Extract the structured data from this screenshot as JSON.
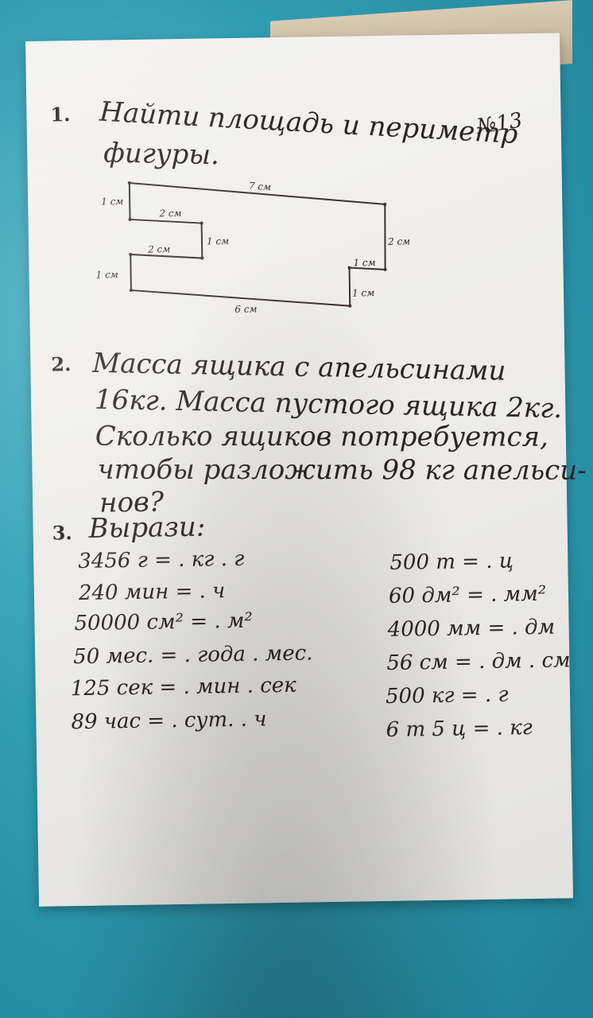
{
  "task_tag": "№13",
  "task1": {
    "number": "1.",
    "line1": "Найти площадь и периметр",
    "line2": "фигуры.",
    "figure_labels": {
      "top": "7 см",
      "left_top": "1 см",
      "step_top": "2 см",
      "step_mid": "1 см",
      "step_bottom": "2 см",
      "left_bottom": "1 см",
      "right": "2 см",
      "right_step": "1 см",
      "right_bottom": "1 см",
      "bottom": "6 см"
    }
  },
  "task2": {
    "number": "2.",
    "lines": [
      "Масса ящика с апельсинами",
      "16кг. Масса пустого ящика 2кг.",
      "Сколько ящиков потребуется,",
      "чтобы разложить 98 кг апельси-",
      "нов?"
    ]
  },
  "task3": {
    "number": "3.",
    "title": "Вырази:",
    "left": [
      "3456 г = . кг . г",
      "240 мин = . ч",
      "50000 см² = . м²",
      "50 мес. = . года . мес.",
      "125 сек = . мин . сек",
      "89 час = . сут. . ч"
    ],
    "right": [
      "500 т = . ц",
      "60 дм² = . мм²",
      "4000 мм = . дм",
      "56 см = . дм . см",
      "500 кг = . г",
      "6 т 5 ц = . кг"
    ]
  }
}
